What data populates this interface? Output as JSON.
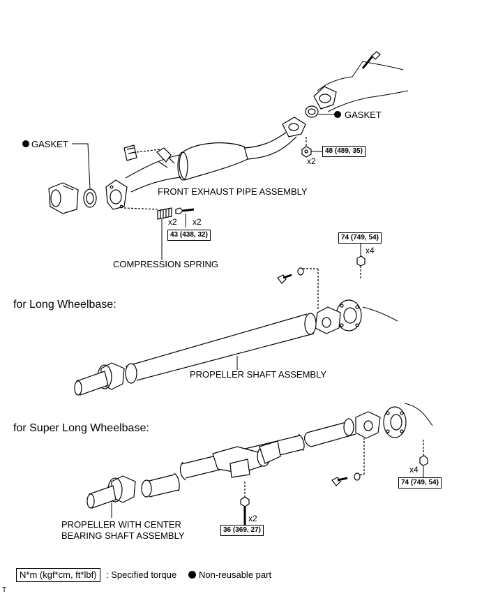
{
  "labels": {
    "gasket_right": "GASKET",
    "gasket_left": "GASKET",
    "front_exhaust_pipe": "FRONT EXHAUST PIPE ASSEMBLY",
    "compression_spring": "COMPRESSION SPRING",
    "propeller_shaft": "PROPELLER SHAFT ASSEMBLY",
    "propeller_center_line1": "PROPELLER WITH CENTER",
    "propeller_center_line2": "BEARING SHAFT ASSEMBLY"
  },
  "sections": {
    "long": "for Long Wheelbase:",
    "super_long": "for Super Long Wheelbase:"
  },
  "torques": {
    "t48": "48 (489, 35)",
    "t43": "43 (438, 32)",
    "t74_top": "74 (749, 54)",
    "t74_bottom": "74 (749, 54)",
    "t36": "36 (369, 27)"
  },
  "quantities": {
    "q_48": "x2",
    "q_spring": "x2",
    "q_bolt": "x2",
    "q_74_top": "x4",
    "q_74_bottom": "x4",
    "q_36": "x2"
  },
  "legend": {
    "torque_unit": "N*m (kgf*cm, ft*lbf)",
    "torque_desc": ": Specified torque",
    "nonreusable_desc": "Non-reusable part"
  },
  "corner_mark": "T"
}
